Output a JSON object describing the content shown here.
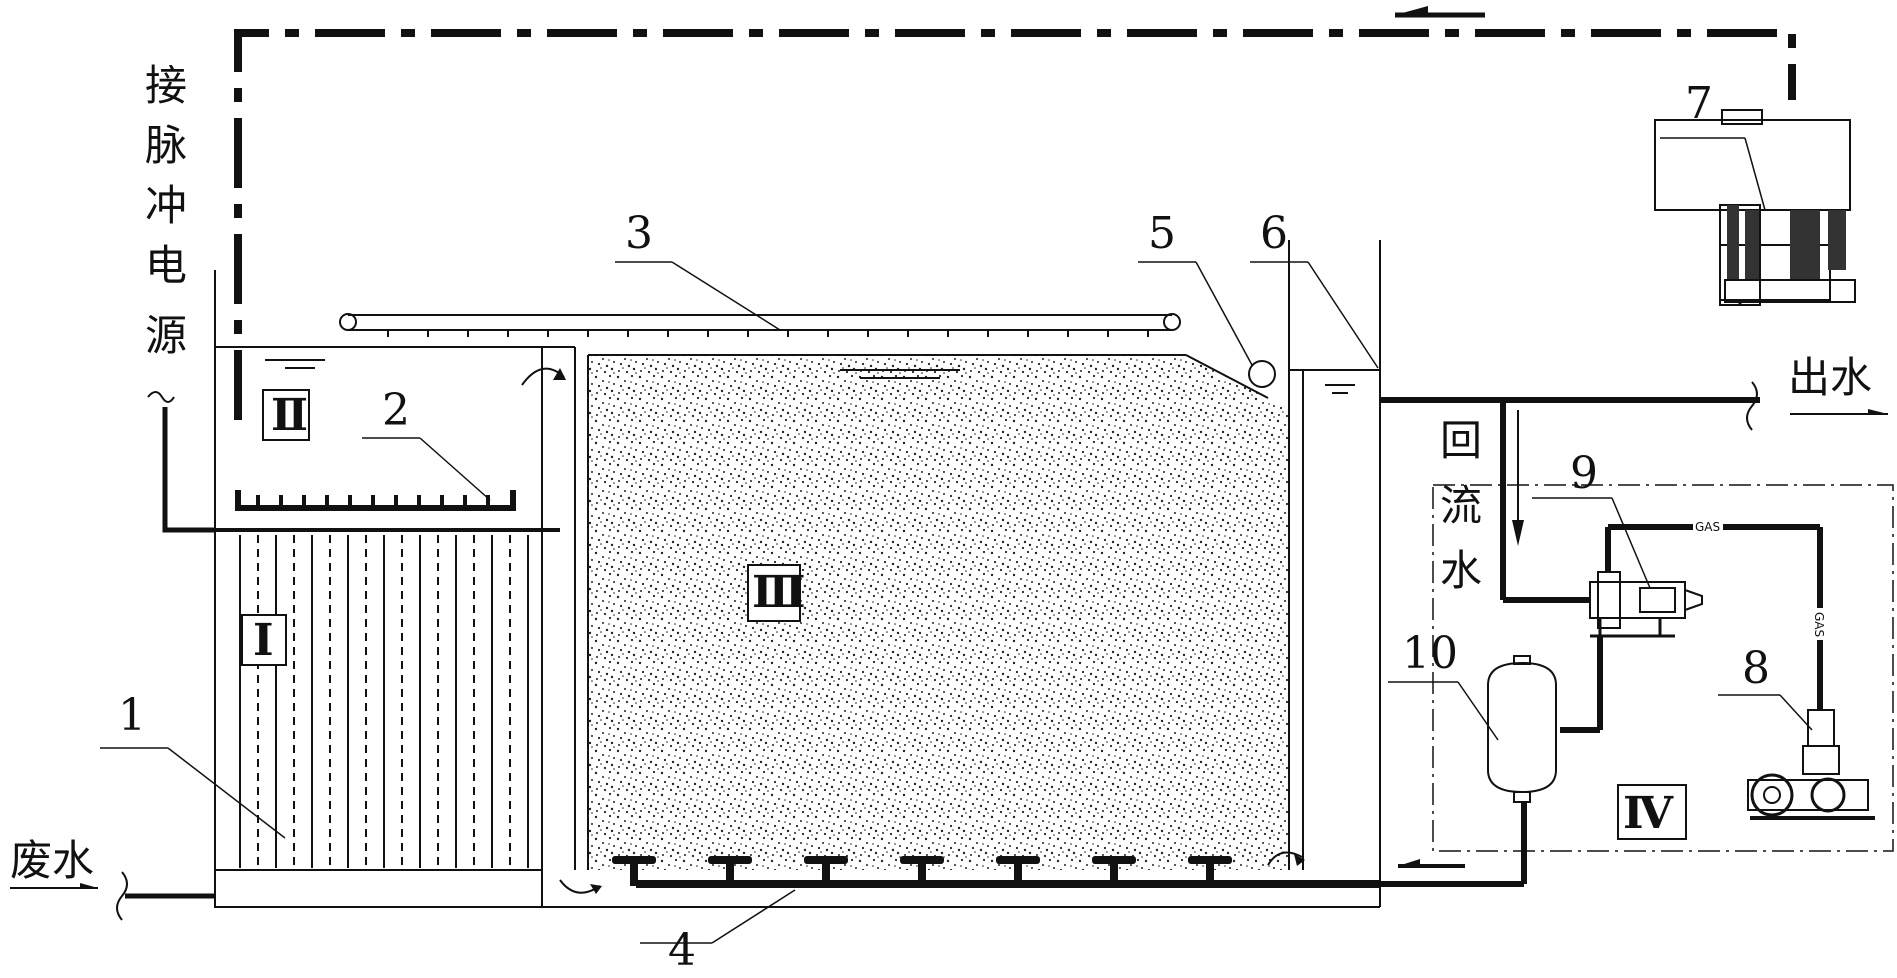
{
  "callouts": {
    "c1": "1",
    "c2": "2",
    "c3": "3",
    "c4": "4",
    "c5": "5",
    "c6": "6",
    "c7": "7",
    "c8": "8",
    "c9": "9",
    "c10": "10"
  },
  "zones": {
    "z1": "Ⅰ",
    "z2": "Ⅱ",
    "z3": "Ⅲ",
    "z4": "Ⅳ"
  },
  "texts": {
    "power": [
      "接",
      "脉",
      "冲",
      "电",
      "源"
    ],
    "return_water": [
      "回",
      "流",
      "水"
    ],
    "outlet": "出水",
    "inlet": "废水",
    "gas_h": "GAS",
    "gas_v": "GAS"
  }
}
